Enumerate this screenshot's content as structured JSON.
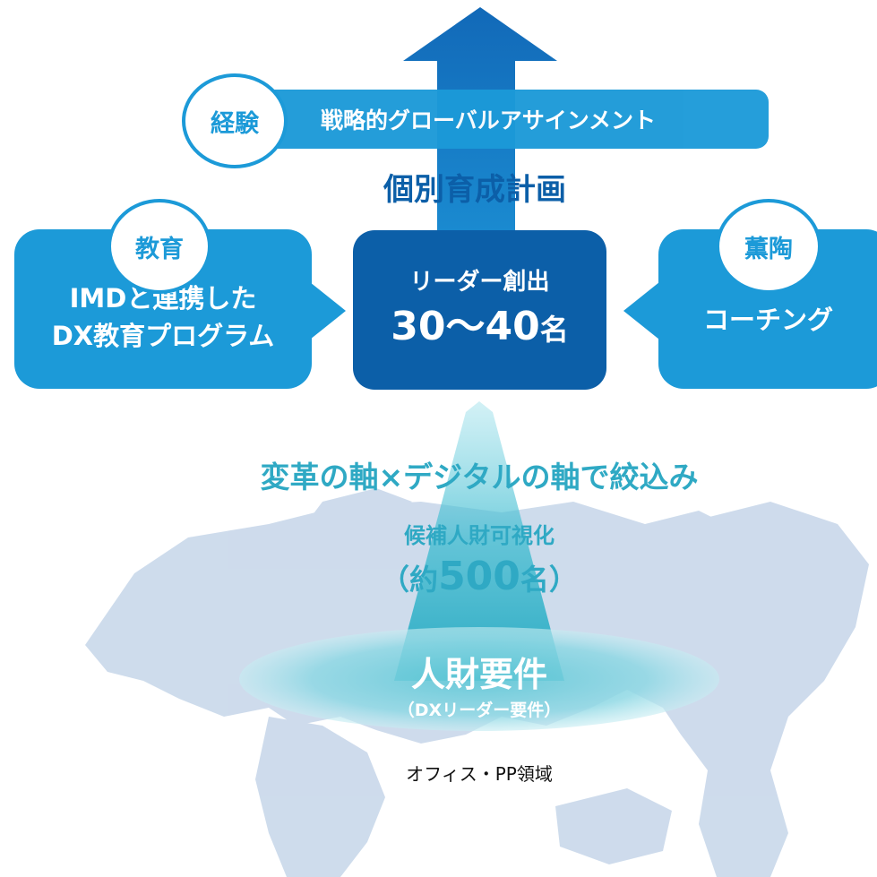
{
  "experience": {
    "badge": "経験",
    "label": "戦略的グローバルアサインメント"
  },
  "plan_title": "個別育成計画",
  "education": {
    "badge": "教育",
    "line1": "IMDと連携した",
    "line2": "DX教育プログラム"
  },
  "leader": {
    "line1": "リーダー創出",
    "count": "30〜40",
    "unit": "名"
  },
  "mentoring": {
    "badge": "薫陶",
    "label": "コーチング"
  },
  "filter_text": "変革の軸×デジタルの軸で絞込み",
  "candidates": {
    "line1": "候補人財可視化",
    "open": "（約",
    "count": "500",
    "close": "名）"
  },
  "requirements": {
    "title": "人財要件",
    "subtitle": "（DXリーダー要件）"
  },
  "scope_label": "オフィス・PP領域",
  "colors": {
    "accent_blue": "#1c9ad8",
    "dark_blue": "#0c5fa8",
    "teal": "#2fb3c9"
  }
}
